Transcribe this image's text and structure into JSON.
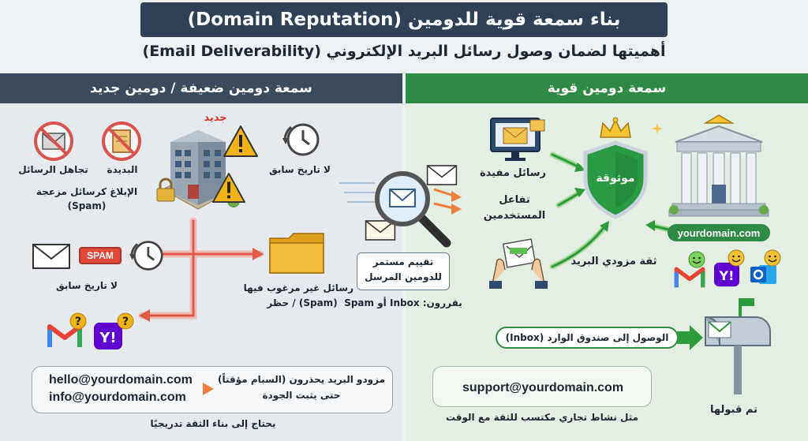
{
  "header": {
    "title": "بناء سمعة قوية للدومين (Domain Reputation)",
    "subtitle": "أهميتها لضمان وصول رسائل البريد الإلكتروني (Email Deliverability)"
  },
  "weak_panel": {
    "heading": "سمعة دومين ضعيفة / دومين جديد",
    "new_badge": "جديد",
    "ignore_label": "تجاهل الرسائل",
    "mail_label": "البديدة",
    "report_label": "الإبلاغ كرسائل مزعجة",
    "report_sub": "(Spam)",
    "no_history_top": "لا تاريخ سابق",
    "spam_tag": "SPAM",
    "no_history_bottom": "لا تاريخ سابق",
    "unwanted_line1": "رسائل غير مرغوب فيها",
    "unwanted_line2": "(Spam) / حظر",
    "email_1": "hello@yourdomain.com",
    "email_2": "info@yourdomain.com",
    "caution_line1": "مزودو البريد يحذرون (السبام مؤقتاً)",
    "caution_line2": "حتى يثبت الجودة",
    "caption": "يحتاج إلى بناء الثقة تدريجيًا"
  },
  "middle": {
    "eval_line1": "تقييم مستمر",
    "eval_line2": "للدومين المرسل",
    "decide": "يقررون: Inbox أو Spam"
  },
  "strong_panel": {
    "heading": "سمعة دومين قوية",
    "useful_messages": "رسائل مفيدة",
    "engagement_line1": "تفاعل",
    "engagement_line2": "المستخدمين",
    "shield_label": "موثوقة",
    "domain_pill": "yourdomain.com",
    "provider_trust": "ثقة مزودي البريد",
    "inbox_arrow": "الوصول إلى صندوق الوارد (Inbox)",
    "accepted": "تم قبولها",
    "email": "support@yourdomain.com",
    "caption": "مثل نشاط تجاري مكتسب للثقة مع الوقت"
  },
  "colors": {
    "title_bg": "#2f4157",
    "weak_head": "#3a4b5e",
    "strong_head": "#2f8a45",
    "warning": "#f2b316",
    "danger": "#e05a4a",
    "accent_orange": "#f07f3c",
    "gmail_red": "#ea4335",
    "yahoo_purple": "#5f01d1",
    "outlook_blue": "#0a64c8"
  },
  "icons": [
    "blocked-envelope-icon",
    "blocked-mail-icon",
    "building-icon",
    "warning-icon",
    "padlock-icon",
    "clock-icon",
    "envelope-icon",
    "spam-tag-icon",
    "folder-icon",
    "gmail-icon",
    "yahoo-icon",
    "magnifier-icon",
    "monitor-mail-icon",
    "crown-icon",
    "shield-icon",
    "bank-icon",
    "hands-letter-icon",
    "smiley-icon",
    "outlook-icon",
    "mailbox-icon"
  ]
}
